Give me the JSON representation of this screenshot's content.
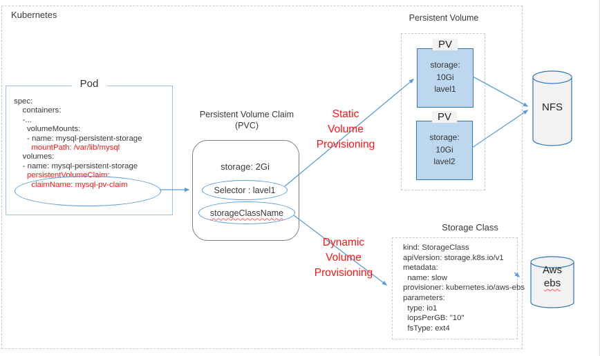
{
  "kubernetes_label": "Kubernetes",
  "pod": {
    "title": "Pod",
    "yaml": [
      {
        "text": "spec:"
      },
      {
        "text": "    containers:"
      },
      {
        "text": "    -..."
      },
      {
        "text": "      volumeMounts:"
      },
      {
        "text": "      - name: mysql-persistent-storage"
      },
      {
        "text": "        mountPath: /var/lib/mysql",
        "red": true
      },
      {
        "text": "    volumes:"
      },
      {
        "text": "    - name: mysql-persistent-storage"
      },
      {
        "text": "      persistentVolumeClaim:",
        "red": true
      },
      {
        "text": "        claimName: mysql-pv-claim",
        "red": true
      }
    ]
  },
  "pvc": {
    "title": "Persistent Volume Claim\n(PVC)",
    "storage": "storage: 2Gi",
    "selector": "Selector : lavel1",
    "storage_class_name": "storageClassName"
  },
  "labels": {
    "static_provisioning": "Static\nVolume\nProvisioning",
    "dynamic_provisioning": "Dynamic\nVolume\nProvisioning"
  },
  "persistent_volume": {
    "title": "Persistent Volume",
    "pvs": [
      {
        "label": "PV",
        "lines": "storage:\n10Gi\nlavel1"
      },
      {
        "label": "PV",
        "lines": "storage:\n10Gi\nlavel2"
      }
    ]
  },
  "nfs": {
    "label": "NFS"
  },
  "aws": {
    "line1": "Aws",
    "line2": "ebs"
  },
  "storage_class": {
    "title": "Storage Class",
    "yaml": [
      {
        "text": "kind: StorageClass"
      },
      {
        "text": "apiVersion: storage.k8s.io/v1"
      },
      {
        "text": "metadata:"
      },
      {
        "text": "  name: slow"
      },
      {
        "text": "provisioner: kubernetes.io/aws-ebs"
      },
      {
        "text": "parameters:"
      },
      {
        "text": "  type: io1"
      },
      {
        "text": "  iopsPerGB: \"10\""
      },
      {
        "text": "  fsType: ext4"
      }
    ]
  },
  "colors": {
    "accent_blue": "#5b9bd5",
    "pv_fill": "#bdd7ee",
    "pv_border": "#2e75b6",
    "red_text": "#fb1515",
    "pod_border": "#9dc3e6",
    "cylinder_fill": "#f2f2f2"
  }
}
